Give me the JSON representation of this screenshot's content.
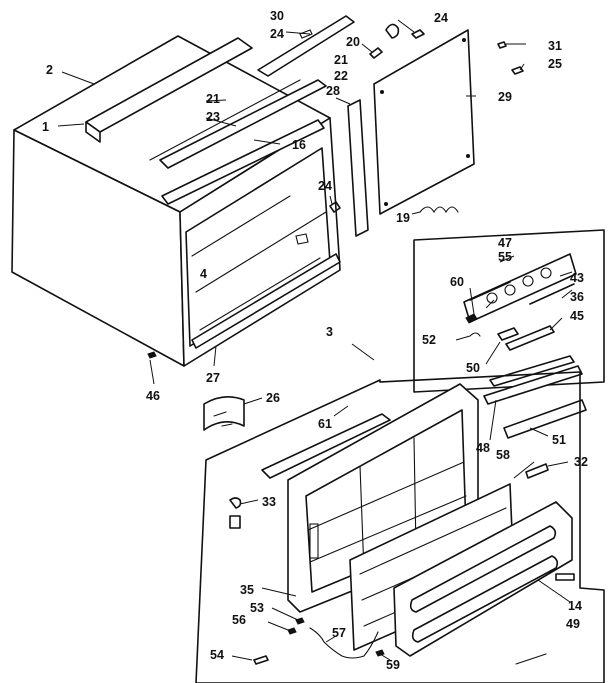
{
  "callouts": [
    {
      "id": "c1",
      "text": "1"
    },
    {
      "id": "c2",
      "text": "2"
    },
    {
      "id": "c3",
      "text": "3"
    },
    {
      "id": "c4",
      "text": "4"
    },
    {
      "id": "c14",
      "text": "14"
    },
    {
      "id": "c16",
      "text": "16"
    },
    {
      "id": "c19",
      "text": "19"
    },
    {
      "id": "c20",
      "text": "20"
    },
    {
      "id": "c21a",
      "text": "21"
    },
    {
      "id": "c21b",
      "text": "21"
    },
    {
      "id": "c22",
      "text": "22"
    },
    {
      "id": "c23",
      "text": "23"
    },
    {
      "id": "c24a",
      "text": "24"
    },
    {
      "id": "c24b",
      "text": "24"
    },
    {
      "id": "c24c",
      "text": "24"
    },
    {
      "id": "c25",
      "text": "25"
    },
    {
      "id": "c26",
      "text": "26"
    },
    {
      "id": "c27",
      "text": "27"
    },
    {
      "id": "c28",
      "text": "28"
    },
    {
      "id": "c29",
      "text": "29"
    },
    {
      "id": "c30",
      "text": "30"
    },
    {
      "id": "c31",
      "text": "31"
    },
    {
      "id": "c32",
      "text": "32"
    },
    {
      "id": "c33",
      "text": "33"
    },
    {
      "id": "c35",
      "text": "35"
    },
    {
      "id": "c36",
      "text": "36"
    },
    {
      "id": "c43",
      "text": "43"
    },
    {
      "id": "c45",
      "text": "45"
    },
    {
      "id": "c46",
      "text": "46"
    },
    {
      "id": "c47",
      "text": "47"
    },
    {
      "id": "c48",
      "text": "48"
    },
    {
      "id": "c49",
      "text": "49"
    },
    {
      "id": "c50",
      "text": "50"
    },
    {
      "id": "c51",
      "text": "51"
    },
    {
      "id": "c52",
      "text": "52"
    },
    {
      "id": "c53",
      "text": "53"
    },
    {
      "id": "c54",
      "text": "54"
    },
    {
      "id": "c55",
      "text": "55"
    },
    {
      "id": "c56",
      "text": "56"
    },
    {
      "id": "c57",
      "text": "57"
    },
    {
      "id": "c58",
      "text": "58"
    },
    {
      "id": "c59",
      "text": "59"
    },
    {
      "id": "c60",
      "text": "60"
    },
    {
      "id": "c61",
      "text": "61"
    }
  ],
  "colors": {
    "ink": "#111111",
    "paper": "#ffffff"
  }
}
